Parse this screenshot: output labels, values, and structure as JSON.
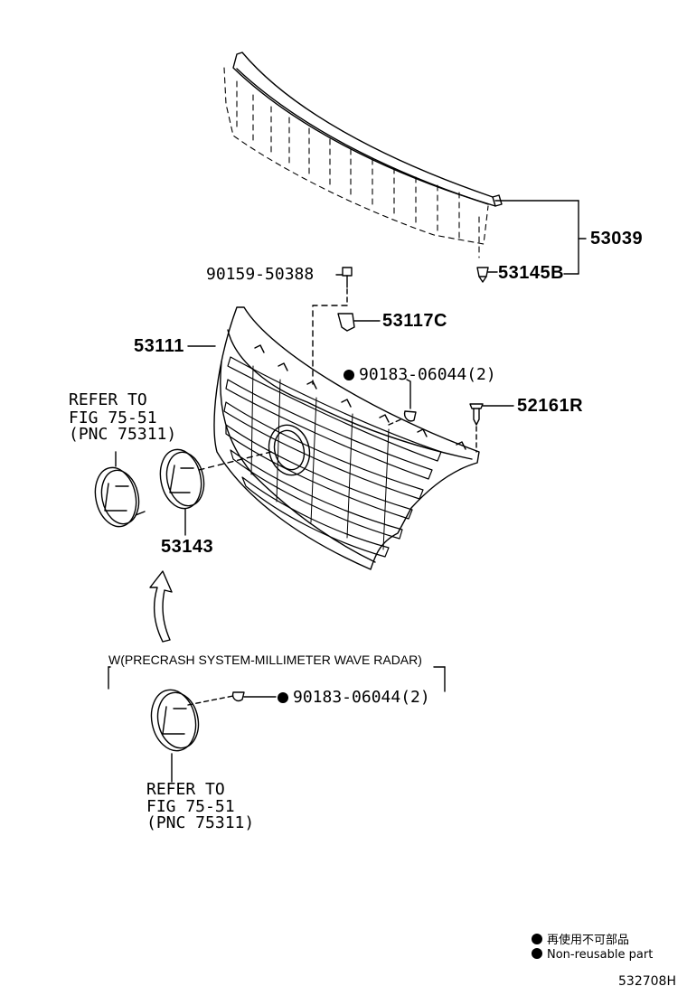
{
  "parts": {
    "p53039": "53039",
    "p53145B": "53145B",
    "p90159": "90159-50388",
    "p53117C": "53117C",
    "p53111": "53111",
    "p90183_upper": "90183-06044(2)",
    "p52161R": "52161R",
    "p53143": "53143",
    "p90183_lower": "90183-06044(2)"
  },
  "refer_upper": {
    "line1": "REFER TO",
    "line2": "FIG 75-51",
    "line3": "(PNC 75311)"
  },
  "refer_lower": {
    "line1": "REFER TO",
    "line2": "FIG 75-51",
    "line3": "(PNC 75311)"
  },
  "condition_label": "W(PRECRASH SYSTEM-MILLIMETER WAVE RADAR)",
  "legend": {
    "line1": "再使用不可部品",
    "line2": "Non-reusable part"
  },
  "diagram_id": "532708H",
  "colors": {
    "line": "#000000",
    "background": "#ffffff"
  }
}
